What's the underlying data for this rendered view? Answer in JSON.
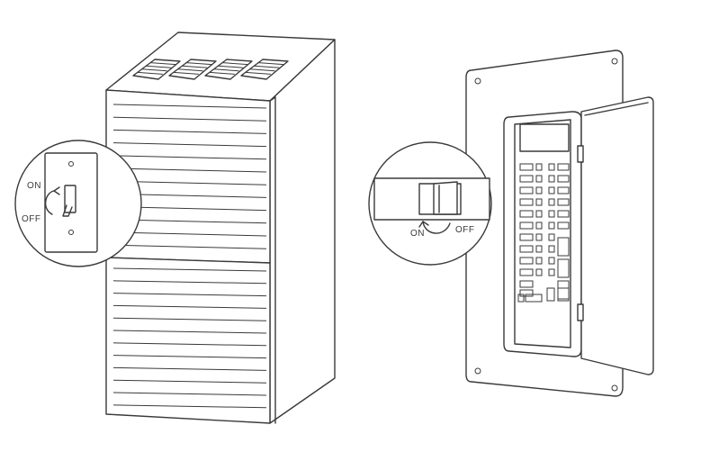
{
  "furnace_switch": {
    "on_label": "ON",
    "off_label": "OFF"
  },
  "breaker_switch": {
    "on_label": "ON",
    "off_label": "OFF"
  },
  "colors": {
    "line": "#3a3a3a",
    "background": "#ffffff"
  },
  "icons": [
    "furnace-unit",
    "light-switch-icon",
    "circuit-breaker-panel",
    "breaker-toggle-icon",
    "rotate-arrow-icon"
  ]
}
